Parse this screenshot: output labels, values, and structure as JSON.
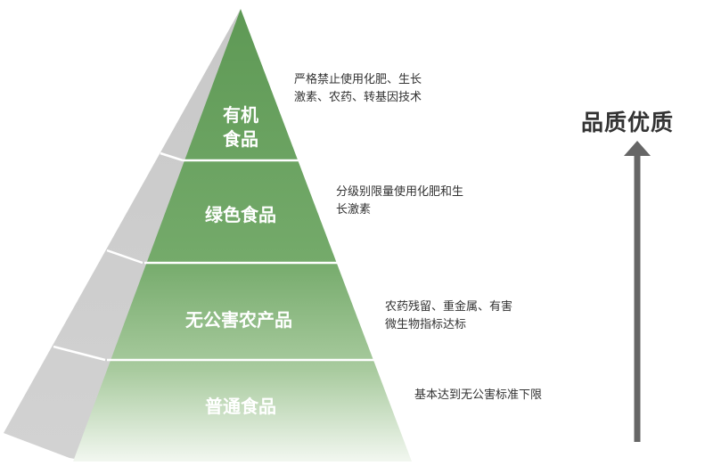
{
  "levels": [
    {
      "label_line1": "有机",
      "label_line2": "食品",
      "description_line1": "严格禁止使用化肥、生长",
      "description_line2": "激素、农药、转基因技术"
    },
    {
      "label": "绿色食品",
      "description_line1": "分级别限量使用化肥和生",
      "description_line2": "长激素"
    },
    {
      "label": "无公害农产品",
      "description_line1": "农药残留、重金属、有害",
      "description_line2": "微生物指标达标"
    },
    {
      "label": "普通食品",
      "description_line1": "基本达到无公害标准下限"
    }
  ],
  "quality_axis": {
    "label": "品质优质"
  },
  "colors": {
    "top": "#5f9a56",
    "bottom": "#e6efe2",
    "side": "#cfcfcf",
    "arrow": "#666666"
  }
}
